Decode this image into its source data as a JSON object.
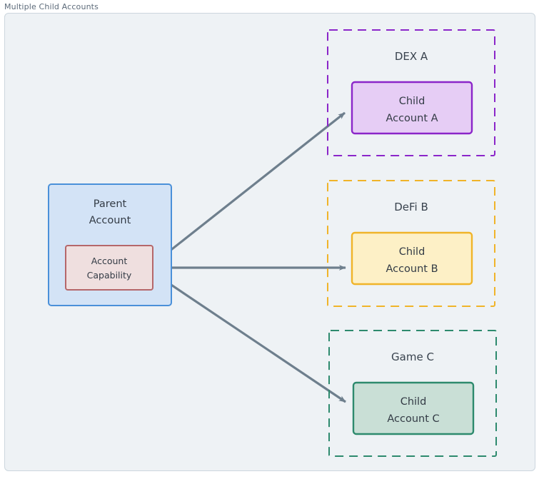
{
  "panel": {
    "title": "Multiple Child Accounts",
    "background": "#eef2f5",
    "border_color": "#ccd6de"
  },
  "diagram": {
    "type": "node-edge-diagram",
    "edge_color": "#6e7f8d",
    "parent": {
      "label_line1": "Parent",
      "label_line2": "Account",
      "fill": "#d3e3f6",
      "border": "#4a90d9",
      "capability": {
        "label_line1": "Account",
        "label_line2": "Capability",
        "fill": "#efdfdf",
        "border": "#b5676a"
      }
    },
    "clusters": [
      {
        "id": "dex-a",
        "label": "DEX A",
        "border": "#8b26c9",
        "child": {
          "label_line1": "Child",
          "label_line2": "Account A",
          "fill": "#e6cdf5",
          "border": "#8b26c9"
        }
      },
      {
        "id": "defi-b",
        "label": "DeFi B",
        "border": "#f0b429",
        "child": {
          "label_line1": "Child",
          "label_line2": "Account B",
          "fill": "#fdf0c6",
          "border": "#f0b429"
        }
      },
      {
        "id": "game-c",
        "label": "Game C",
        "border": "#2d8a6d",
        "child": {
          "label_line1": "Child",
          "label_line2": "Account C",
          "fill": "#c9dfd6",
          "border": "#2d8a6d"
        }
      }
    ],
    "edges": [
      {
        "from": "account-capability",
        "to": "child-account-a"
      },
      {
        "from": "account-capability",
        "to": "child-account-b"
      },
      {
        "from": "account-capability",
        "to": "child-account-c"
      }
    ]
  }
}
